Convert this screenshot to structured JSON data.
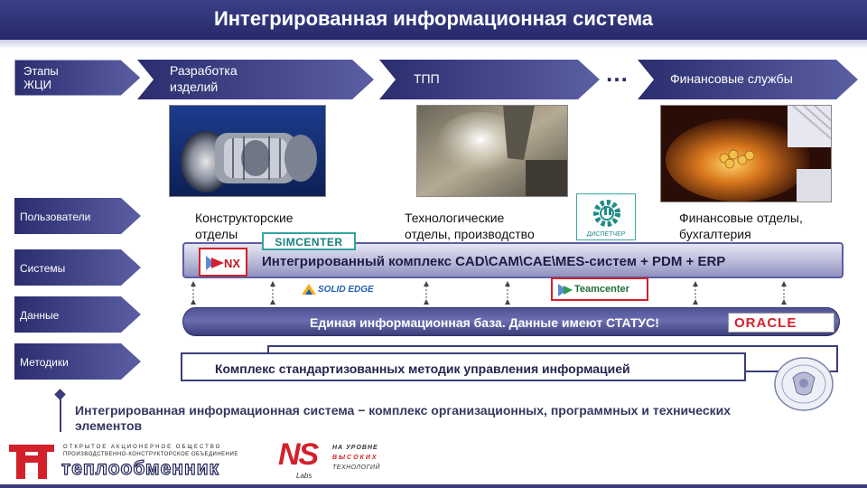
{
  "title": "Интегрированная информационная система",
  "stages": {
    "label_line1": "Этапы",
    "label_line2": "ЖЦИ",
    "items": [
      {
        "line1": "Разработка",
        "line2": "изделий"
      },
      {
        "line1": "ТПП"
      },
      {
        "line1": "Финансовые службы"
      }
    ],
    "ellipsis": "…"
  },
  "rows": {
    "users": "Пользователи",
    "systems": "Системы",
    "data": "Данные",
    "methods": "Методики"
  },
  "users": {
    "design": {
      "line1": "Конструкторские",
      "line2": "отделы"
    },
    "tech": {
      "line1": "Технологические",
      "line2": "отделы, производство"
    },
    "finance": {
      "line1": "Финансовые отделы,",
      "line2": "бухгалтерия"
    }
  },
  "logos": {
    "simcenter": "SIMCENTER",
    "nx": "NX",
    "solid_edge": "SOLID EDGE",
    "teamcenter": "Teamcenter",
    "oracle": "ORACLE",
    "dispatcher": "ДИСПЕТЧЕР",
    "ns": "NS",
    "ns_sub": "Labs",
    "ns_slogan_1": "НА УРОВНЕ",
    "ns_slogan_2": "ВЫСОКИХ",
    "ns_slogan_3": "ТЕХНОЛОГИЙ",
    "company_line1": "ОТКРЫТОЕ АКЦИОНЕРНОЕ ОБЩЕСТВО",
    "company_line2": "ПРОИЗВОДСТВЕННО-КОНСТРУКТОРСКОЕ ОБЪЕДИНЕНИЕ",
    "company_name": "теплообменник"
  },
  "systems_text": "Интегрированный комплекс CAD\\CAM\\CAE\\MES-систем + PDM + ERP",
  "data_text": "Единая информационная база. Данные имеют СТАТУС!",
  "methods_text": "Комплекс стандартизованных методик управления информацией",
  "footer_text": "Интегрированная информационная система − комплекс организационных, программных и технических элементов",
  "colors": {
    "header": "#2e3275",
    "chevron": "#34387e",
    "accent_red": "#d3212b"
  }
}
